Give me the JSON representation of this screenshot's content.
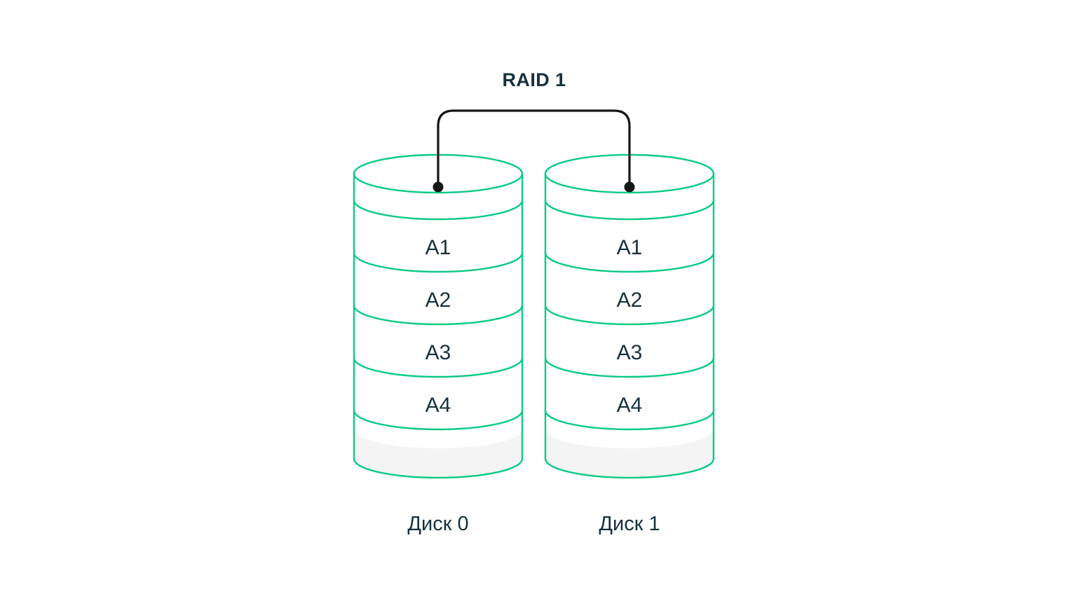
{
  "diagram": {
    "title": "RAID 1",
    "type": "raid-mirroring-diagram",
    "colors": {
      "accent_green": "#0ccb83",
      "text_navy": "#16313f",
      "connector_black": "#161616",
      "empty_fill_gray": "#f4f4f4",
      "background": "#ffffff"
    },
    "disks": [
      {
        "label": "Диск 0",
        "blocks": [
          "A1",
          "A2",
          "A3",
          "A4"
        ],
        "empty_segments": 1
      },
      {
        "label": "Диск 1",
        "blocks": [
          "A1",
          "A2",
          "A3",
          "A4"
        ],
        "empty_segments": 1
      }
    ],
    "connector": {
      "name": "mirror-link",
      "endpoint_count": 2,
      "style": "rounded-bracket"
    }
  }
}
